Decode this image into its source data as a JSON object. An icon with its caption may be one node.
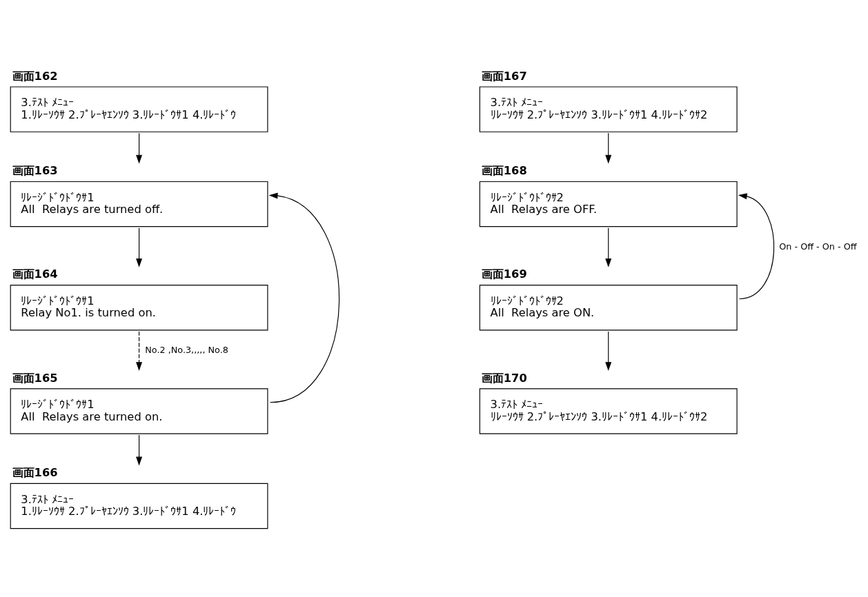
{
  "diagram": {
    "nodes": [
      {
        "text": [
          "画面162",
          "3.ﾃｽﾄ ﾒﾆｭｰ",
          "1.ﾘﾚｰｿｳｻ 2.ﾌﾟﾚｰﾔｴﾝｿｳ 3.ﾘﾚｰﾄﾞｳｻ1 4.ﾘﾚｰﾄﾞｳ"
        ]
      },
      {
        "text": [
          "画面163",
          "ﾘﾚｰｼﾞﾄﾞｳﾄﾞｳｻ1",
          "All  Relays are turned off."
        ]
      },
      {
        "text": [
          "画面164",
          "ﾘﾚｰｼﾞﾄﾞｳﾄﾞｳｻ1",
          "Relay No1. is turned on."
        ]
      },
      {
        "text": [
          "画面165",
          "ﾘﾚｰｼﾞﾄﾞｳﾄﾞｳｻ1",
          "All  Relays are turned on."
        ]
      },
      {
        "text": [
          "画面166",
          "3.ﾃｽﾄ ﾒﾆｭｰ",
          "1.ﾘﾚｰｿｳｻ 2.ﾌﾟﾚｰﾔｴﾝｿｳ 3.ﾘﾚｰﾄﾞｳｻ1 4.ﾘﾚｰﾄﾞｳ"
        ]
      },
      {
        "text": [
          "画面167",
          "3.ﾃｽﾄ ﾒﾆｭｰ",
          "ﾘﾚｰｿｳｻ 2.ﾌﾟﾚｰﾔｴﾝｿｳ 3.ﾘﾚｰﾄﾞｳｻ1 4.ﾘﾚｰﾄﾞｳｻ2"
        ]
      },
      {
        "text": [
          "画面168",
          "ﾘﾚｰｼﾞﾄﾞｳﾄﾞｳｻ2",
          "All  Relays are OFF."
        ]
      },
      {
        "text": [
          "画面169",
          "ﾘﾚｰｼﾞﾄﾞｳﾄﾞｳｻ2",
          "All  Relays are ON."
        ]
      },
      {
        "text": [
          "画面170",
          "3.ﾃｽﾄ ﾒﾆｭｰ",
          "ﾘﾚｰｿｳｻ 2.ﾌﾟﾚｰﾔｴﾝｿｳ 3.ﾘﾚｰﾄﾞｳｻ1 4.ﾘﾚｰﾄﾞｳｻ2"
        ]
      }
    ],
    "edges": [
      {
        "from": 0,
        "to": 1,
        "arrow": "to"
      },
      {
        "from": 1,
        "to": 2,
        "arrow": "to"
      },
      {
        "from": 2,
        "to": 3,
        "arrow": "to",
        "style": "dashed",
        "label": "No.2 ,No.3,,,,, No.8"
      },
      {
        "from": 3,
        "to": 4,
        "arrow": "to"
      },
      {
        "from": 3,
        "to": 1,
        "arrow": "to"
      },
      {
        "from": 5,
        "to": 6,
        "arrow": "to"
      },
      {
        "from": 6,
        "to": 7,
        "arrow": "to"
      },
      {
        "from": 7,
        "to": 6,
        "arrow": "to",
        "label": "On - Off - On - Off"
      },
      {
        "from": 7,
        "to": 8,
        "arrow": "to"
      }
    ]
  }
}
